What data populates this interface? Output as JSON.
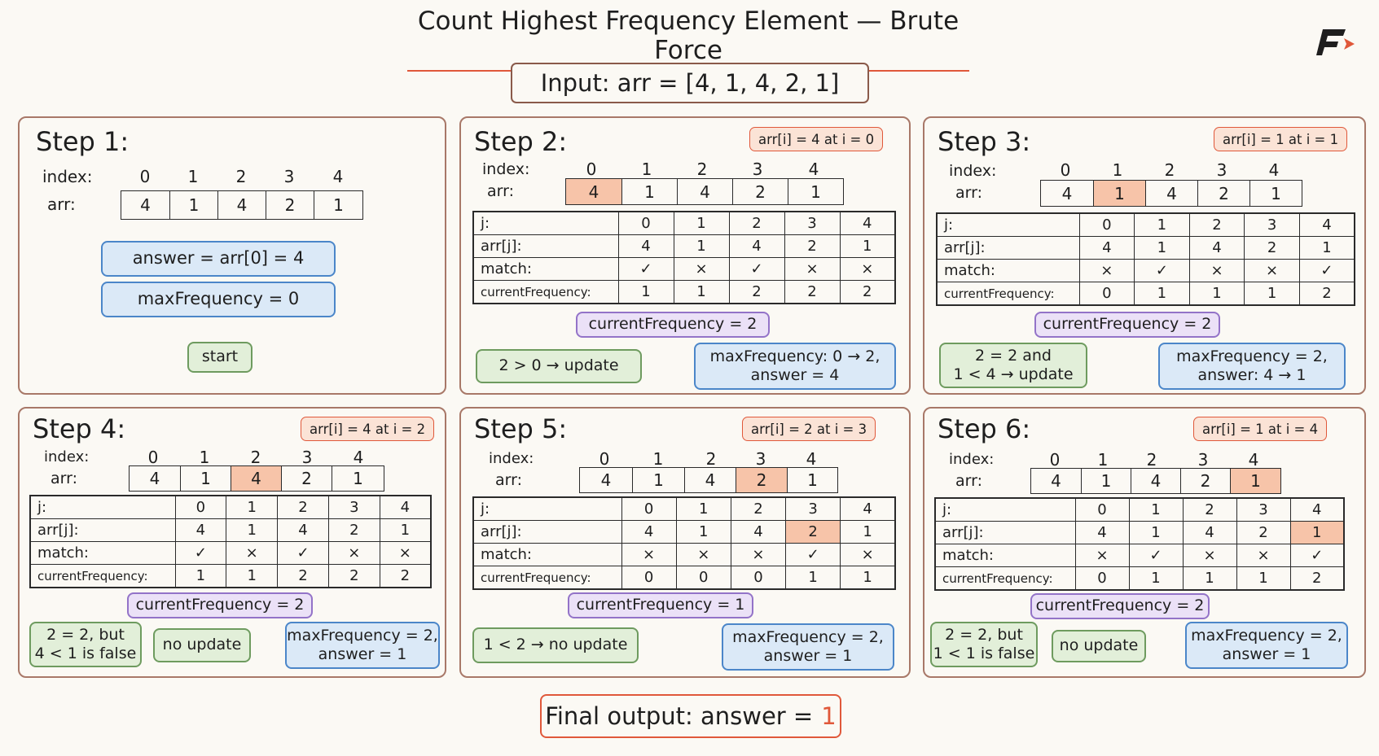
{
  "title": "Count Highest Frequency Element — Brute Force",
  "input_label": "Input: arr = [4, 1, 4, 2, 1]",
  "labels": {
    "index": "index:",
    "arr": "arr:",
    "j": "j:",
    "arrj": "arr[j]:",
    "match": "match:",
    "cf": "currentFrequency:"
  },
  "indices": [
    "0",
    "1",
    "2",
    "3",
    "4"
  ],
  "array": [
    "4",
    "1",
    "4",
    "2",
    "1"
  ],
  "step1": {
    "title": "Step 1:",
    "answer_box": "answer = arr[0] = 4",
    "maxfreq_box": "maxFrequency = 0",
    "start_label": "start"
  },
  "step2": {
    "title": "Step 2:",
    "tag": "arr[i] = 4 at i = 0",
    "match": [
      "✓",
      "×",
      "✓",
      "×",
      "×"
    ],
    "cf": [
      "1",
      "1",
      "2",
      "2",
      "2"
    ],
    "cf_box": "currentFrequency = 2",
    "decision": "2 > 0 → update",
    "result_l1": "maxFrequency: 0 → 2,",
    "result_l2": "answer = 4"
  },
  "step3": {
    "title": "Step 3:",
    "tag": "arr[i] = 1 at i = 1",
    "match": [
      "×",
      "✓",
      "×",
      "×",
      "✓"
    ],
    "cf": [
      "0",
      "1",
      "1",
      "1",
      "2"
    ],
    "cf_box": "currentFrequency = 2",
    "decision_l1": "2 = 2 and",
    "decision_l2": "1 < 4 → update",
    "result_l1": "maxFrequency = 2,",
    "result_l2": "answer: 4 → 1"
  },
  "step4": {
    "title": "Step 4:",
    "tag": "arr[i] = 4 at i = 2",
    "match": [
      "✓",
      "×",
      "✓",
      "×",
      "×"
    ],
    "cf": [
      "1",
      "1",
      "2",
      "2",
      "2"
    ],
    "cf_box": "currentFrequency = 2",
    "decision_l1": "2 = 2, but",
    "decision_l2": "4 < 1 is false",
    "no_update": "no update",
    "result_l1": "maxFrequency = 2,",
    "result_l2": "answer = 1"
  },
  "step5": {
    "title": "Step 5:",
    "tag": "arr[i] = 2 at i = 3",
    "match": [
      "×",
      "×",
      "×",
      "✓",
      "×"
    ],
    "cf": [
      "0",
      "0",
      "0",
      "1",
      "1"
    ],
    "cf_box": "currentFrequency = 1",
    "decision": "1 < 2 → no update",
    "result_l1": "maxFrequency = 2,",
    "result_l2": "answer = 1"
  },
  "step6": {
    "title": "Step 6:",
    "tag": "arr[i] = 1 at i = 4",
    "match": [
      "×",
      "✓",
      "×",
      "×",
      "✓"
    ],
    "cf": [
      "0",
      "1",
      "1",
      "1",
      "2"
    ],
    "cf_box": "currentFrequency = 2",
    "decision_l1": "2 = 2, but",
    "decision_l2": "1 < 1 is false",
    "no_update": "no update",
    "result_l1": "maxFrequency = 2,",
    "result_l2": "answer = 1"
  },
  "final": {
    "label": "Final output: answer =",
    "value": "1"
  },
  "colors": {
    "accent": "#e0583a",
    "highlight": "#f7c4a9",
    "blue": "#dbe9f7",
    "green": "#e2efd9",
    "purple": "#ebe1f7"
  },
  "icons": {
    "logo": "brand-logo-icon"
  }
}
